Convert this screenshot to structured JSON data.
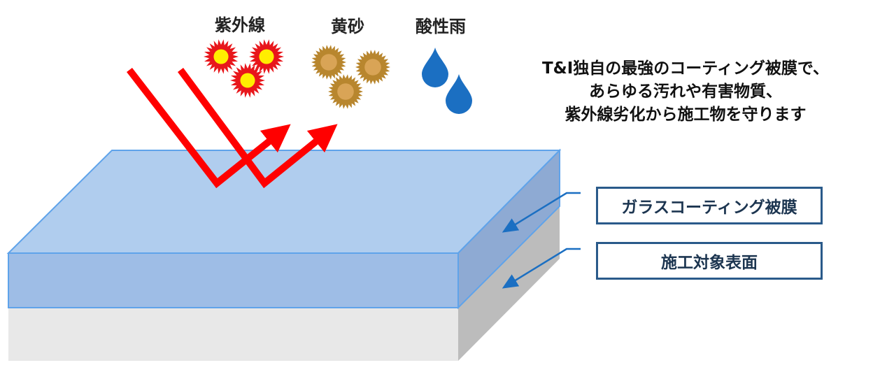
{
  "hazards": {
    "uv": "紫外線",
    "sand": "黄砂",
    "acid_rain": "酸性雨"
  },
  "message": [
    "T&I独自の最強のコーティング被膜で、",
    "あらゆる汚れや有害物質、",
    "紫外線劣化から施工物を守ります"
  ],
  "labels": {
    "coating": "ガラスコーティング被膜",
    "surface": "施工対象表面"
  },
  "colors": {
    "uv_outer": "#e8161b",
    "uv_inner": "#ffee00",
    "sand_outer": "#b8862e",
    "sand_inner": "#d9a456",
    "drop": "#1b6fc2",
    "arrow": "#ff0000",
    "coating": "#a7c5ea",
    "surface": "#e8e8e8"
  }
}
